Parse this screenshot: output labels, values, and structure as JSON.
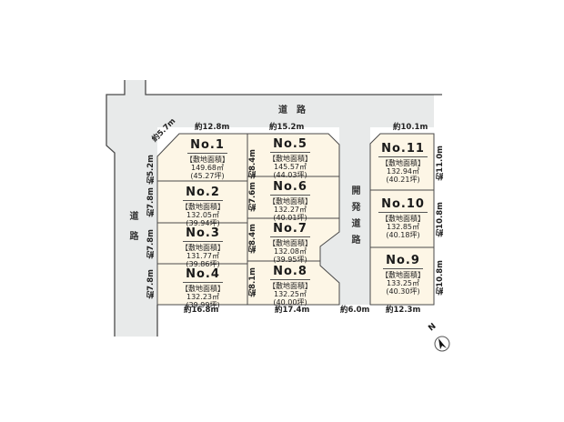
{
  "roads": {
    "top": "道　路",
    "left": "道路",
    "development": "開発道路"
  },
  "area_label": "【敷地面積】",
  "lots": [
    {
      "no": "No.1",
      "area_m2": "149.68㎡",
      "area_tsubo": "(45.27坪)"
    },
    {
      "no": "No.2",
      "area_m2": "132.05㎡",
      "area_tsubo": "(39.94坪)"
    },
    {
      "no": "No.3",
      "area_m2": "131.77㎡",
      "area_tsubo": "(39.86坪)"
    },
    {
      "no": "No.4",
      "area_m2": "132.23㎡",
      "area_tsubo": "(39.99坪)"
    },
    {
      "no": "No.5",
      "area_m2": "145.57㎡",
      "area_tsubo": "(44.03坪)"
    },
    {
      "no": "No.6",
      "area_m2": "132.27㎡",
      "area_tsubo": "(40.01坪)"
    },
    {
      "no": "No.7",
      "area_m2": "132.08㎡",
      "area_tsubo": "(39.95坪)"
    },
    {
      "no": "No.8",
      "area_m2": "132.25㎡",
      "area_tsubo": "(40.00坪)"
    },
    {
      "no": "No.9",
      "area_m2": "133.25㎡",
      "area_tsubo": "(40.30坪)"
    },
    {
      "no": "No.10",
      "area_m2": "132.85㎡",
      "area_tsubo": "(40.18坪)"
    },
    {
      "no": "No.11",
      "area_m2": "132.94㎡",
      "area_tsubo": "(40.21坪)"
    }
  ],
  "dimensions": {
    "top_lot1": "約12.8m",
    "top_lot5": "約15.2m",
    "top_lot11": "約10.1m",
    "corner_cut": "約5.7m",
    "left_lot1": "約5.2m",
    "left_lot2": "約7.8m",
    "left_lot3": "約7.8m",
    "left_lot4": "約7.8m",
    "mid_lot5": "約8.4m",
    "mid_lot6": "約7.6m",
    "mid_lot7": "約8.4m",
    "mid_lot8": "約8.1m",
    "right_lot11": "約11.0m",
    "right_lot10": "約10.8m",
    "right_lot9": "約10.8m",
    "bottom_left": "約16.8m",
    "bottom_mid": "約17.4m",
    "bottom_road": "約6.0m",
    "bottom_right": "約12.3m"
  },
  "compass": {
    "label": "N"
  },
  "colors": {
    "lot_fill": "#fdf6e6",
    "road_fill": "#e8eaea",
    "line": "#4a4a4a"
  }
}
